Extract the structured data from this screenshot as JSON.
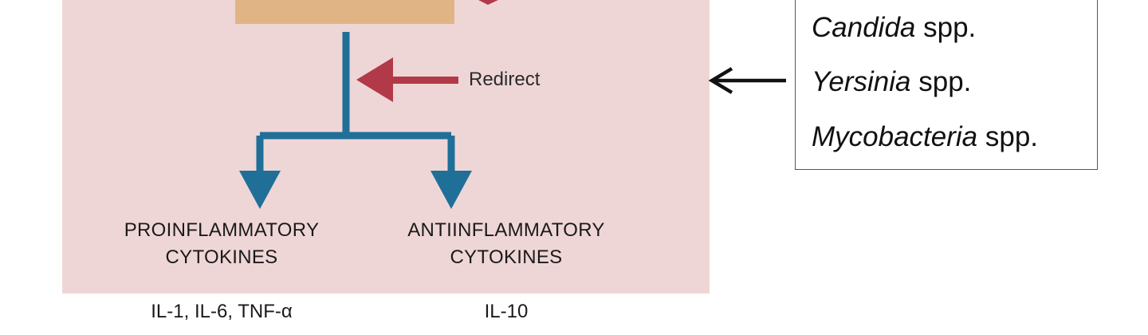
{
  "diagram": {
    "redirect_label": "Redirect",
    "outputs": {
      "pro": {
        "line1": "PROINFLAMMATORY",
        "line2": "CYTOKINES",
        "examples": "IL-1, IL-6, TNF-α"
      },
      "anti": {
        "line1": "ANTIINFLAMMATORY",
        "line2": "CYTOKINES",
        "examples": "IL-10"
      }
    },
    "pathogens": [
      {
        "genus": "Candida",
        "suffix": " spp."
      },
      {
        "genus": "Yersinia",
        "suffix": " spp."
      },
      {
        "genus": "Mycobacteria",
        "suffix": " spp."
      }
    ],
    "colors": {
      "panel": "#efd6d6",
      "box": "#e1b486",
      "flow": "#1f6f99",
      "redirect": "#b23a48",
      "pointer": "#111111"
    }
  }
}
